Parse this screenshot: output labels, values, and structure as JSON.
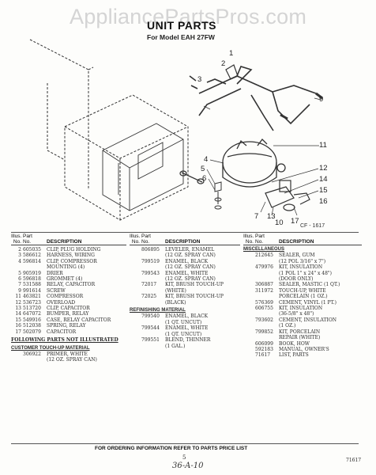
{
  "watermark": "AppliancePartsPros.com",
  "title": "UNIT PARTS",
  "subtitle": "For Model EAH 27FW",
  "callouts": [
    "1",
    "2",
    "3",
    "9",
    "11",
    "4",
    "5",
    "6",
    "12",
    "14",
    "15",
    "16",
    "7",
    "13",
    "17",
    "10"
  ],
  "figure_code": "CF - 1617",
  "headers": {
    "illus": "Illus.",
    "no": "No.",
    "part": "Part",
    "part_no": "No.",
    "description": "DESCRIPTION"
  },
  "col1": [
    {
      "illus": "2",
      "part": "605035",
      "desc": "CLIP, PLUG HOLDING"
    },
    {
      "illus": "3",
      "part": "586612",
      "desc": "HARNESS, WIRING"
    },
    {
      "illus": "4",
      "part": "596814",
      "desc": "CLIP, COMPRESSOR"
    },
    {
      "illus": "",
      "part": "",
      "desc": "MOUNTING (4)"
    },
    {
      "illus": "5",
      "part": "905919",
      "desc": "DRIER"
    },
    {
      "illus": "6",
      "part": "596818",
      "desc": "GROMMET (4)"
    },
    {
      "illus": "7",
      "part": "531588",
      "desc": "RELAY, CAPACITOR"
    },
    {
      "illus": "9",
      "part": "991614",
      "desc": "SCREW"
    },
    {
      "illus": "11",
      "part": "463821",
      "desc": "COMPRESSOR"
    },
    {
      "illus": "12",
      "part": "536723",
      "desc": "OVERLOAD"
    },
    {
      "illus": "13",
      "part": "513720",
      "desc": "CLIP, CAPACITOR"
    },
    {
      "illus": "14",
      "part": "647072",
      "desc": "BUMPER, RELAY"
    },
    {
      "illus": "15",
      "part": "549916",
      "desc": "CASE, RELAY CAPACITOR"
    },
    {
      "illus": "16",
      "part": "512038",
      "desc": "SPRING, RELAY"
    },
    {
      "illus": "17",
      "part": "502079",
      "desc": "CAPACITOR"
    }
  ],
  "col1_note": "FOLLOWING PARTS NOT ILLUSTRATED",
  "col1_section": "CUSTOMER TOUCH-UP MATERIAL",
  "col1_extra": [
    {
      "illus": "",
      "part": "306922",
      "desc": "PRIMER, WHITE"
    },
    {
      "illus": "",
      "part": "",
      "desc": "(12 OZ. SPRAY CAN)"
    }
  ],
  "col2": [
    {
      "part": "806895",
      "desc": "LEVELER, ENAMEL"
    },
    {
      "part": "",
      "desc": "(12 OZ. SPRAY CAN)"
    },
    {
      "part": "799519",
      "desc": "ENAMEL, BLACK"
    },
    {
      "part": "",
      "desc": "(12 OZ. SPRAY CAN)"
    },
    {
      "part": "799543",
      "desc": "ENAMEL, WHITE"
    },
    {
      "part": "",
      "desc": "(12 OZ. SPRAY CAN)"
    },
    {
      "part": "72017",
      "desc": "KIT, BRUSH TOUCH-UP"
    },
    {
      "part": "",
      "desc": "(WHITE)"
    },
    {
      "part": "72025",
      "desc": "KIT, BRUSH TOUCH-UP"
    },
    {
      "part": "",
      "desc": "(BLACK)"
    }
  ],
  "col2_section": "REFINISHING MATERIAL",
  "col2_extra": [
    {
      "part": "799540",
      "desc": "ENAMEL, BLACK"
    },
    {
      "part": "",
      "desc": "(1 QT. UNCUT)"
    },
    {
      "part": "799544",
      "desc": "ENAMEL, WHITE"
    },
    {
      "part": "",
      "desc": "(1 QT. UNCUT)"
    },
    {
      "part": "799551",
      "desc": "BLEND, THINNER"
    },
    {
      "part": "",
      "desc": "(1 GAL.)"
    }
  ],
  "col3_section": "MISCELLANEOUS",
  "col3": [
    {
      "part": "212645",
      "desc": "SEALER, GUM"
    },
    {
      "part": "",
      "desc": "(12 POL 3/16\" x 7\")"
    },
    {
      "part": "479976",
      "desc": "KIT, INSULATION"
    },
    {
      "part": "",
      "desc": "(1 POL 1\" x 24\" x 48\")"
    },
    {
      "part": "",
      "desc": "(DOOR ONLY)"
    },
    {
      "part": "306887",
      "desc": "SEALER, MASTIC (1 QT.)"
    },
    {
      "part": "311972",
      "desc": "TOUCH-UP, WHITE"
    },
    {
      "part": "",
      "desc": "PORCELAIN (1 OZ.)"
    },
    {
      "part": "576369",
      "desc": "CEMENT, VINYL (1 PT.)"
    },
    {
      "part": "606755",
      "desc": "KIT, INSULATION"
    },
    {
      "part": "",
      "desc": "(36-5/8\" x 48\")"
    },
    {
      "part": "793602",
      "desc": "CEMENT, INSULATION"
    },
    {
      "part": "",
      "desc": "(1 OZ.)"
    },
    {
      "part": "799852",
      "desc": "KIT, PORCELAIN"
    },
    {
      "part": "",
      "desc": "REPAIR (WHITE)"
    },
    {
      "part": "606099",
      "desc": "BOOK, HOW"
    },
    {
      "part": "592183",
      "desc": "MANUAL, OWNER'S"
    },
    {
      "part": "71617",
      "desc": "LIST, PARTS"
    }
  ],
  "footer": "FOR ORDERING INFORMATION REFER TO PARTS PRICE LIST",
  "page_number": "5",
  "doc_code": "71617",
  "handwritten": "36-A-10"
}
